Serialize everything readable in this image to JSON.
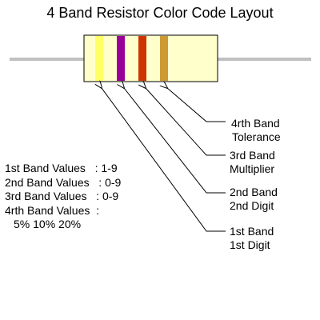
{
  "title": "4 Band Resistor Color Code Layout",
  "resistor": {
    "body_color": "#ffffcc",
    "lead_color": "#c0c0c0",
    "bands": [
      {
        "color": "#ffff66"
      },
      {
        "color": "#990099"
      },
      {
        "color": "#cc3300"
      },
      {
        "color": "#cc9933"
      }
    ]
  },
  "band_labels": [
    {
      "line1": "4rth Band",
      "line2": "Tolerance"
    },
    {
      "line1": "3rd Band",
      "line2": "Multiplier"
    },
    {
      "line1": "2nd Band",
      "line2": "2nd Digit"
    },
    {
      "line1": "1st Band",
      "line2": "1st Digit"
    }
  ],
  "band_values": [
    {
      "label": "1st Band Values",
      "sep": "   : ",
      "value": "1-9"
    },
    {
      "label": "2nd Band Values",
      "sep": "   : ",
      "value": "0-9"
    },
    {
      "label": "3rd Band Values",
      "sep": "   : ",
      "value": "0-9"
    },
    {
      "label": "4rth Band Values",
      "sep": "  :",
      "value": ""
    }
  ],
  "tolerance_values": "5% 10% 20%"
}
